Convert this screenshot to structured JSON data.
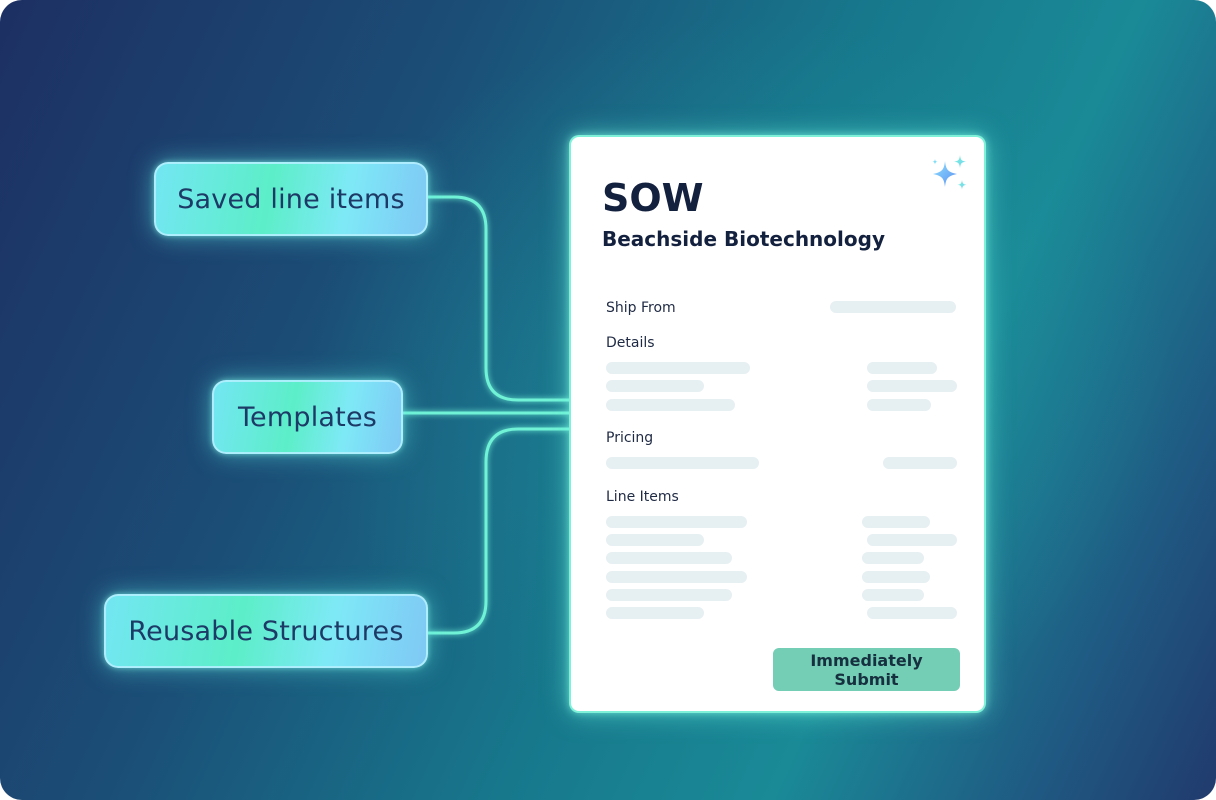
{
  "features": {
    "saved_line_items": "Saved line items",
    "templates": "Templates",
    "reusable_structures": "Reusable Structures"
  },
  "document": {
    "title": "SOW",
    "subtitle": "Beachside Biotechnology",
    "sections": {
      "ship_from": "Ship From",
      "details": "Details",
      "pricing": "Pricing",
      "line_items": "Line Items"
    },
    "submit_label": "Immediately Submit",
    "sparkle_icon": "sparkle-icon"
  },
  "colors": {
    "accent_teal": "#5ceec8",
    "pill_text": "#1d3a66",
    "button_bg": "#74cdb5",
    "connector": "#6ff2d6"
  }
}
